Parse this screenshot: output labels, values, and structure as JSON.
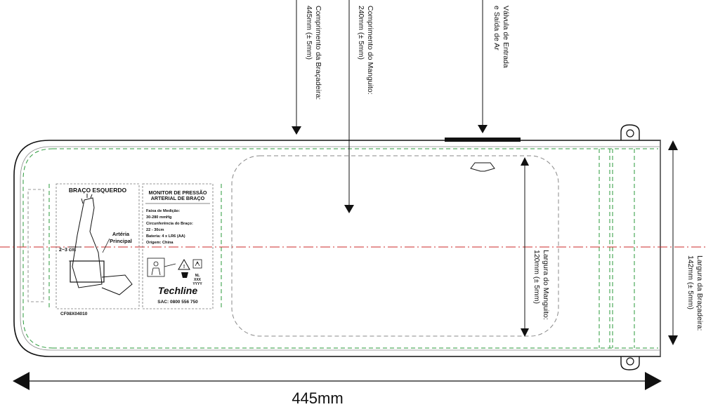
{
  "annotations": {
    "bracadeira_length": {
      "line1": "Comprimento da Braçadeira:",
      "line2": "445mm (± 5mm)"
    },
    "manguito_length": {
      "line1": "Comprimento do Manguito:",
      "line2": "240mm (± 5mm)"
    },
    "valve": {
      "line1": "Válvula de Entrada",
      "line2": "e Saída de Ar"
    },
    "manguito_width": {
      "line1": "Largura do Manguito:",
      "line2": "120mm (± 5mm)"
    },
    "bracadeira_width": {
      "line1": "Largura da Braçadeira:",
      "line2": "142mm (± 5mm)"
    },
    "total_length": "445mm"
  },
  "label_left": {
    "title": "BRAÇO ESQUERDO",
    "artery_line1": "Artéria",
    "artery_line2": "Principal",
    "distance": "2~3 cm",
    "code": "CF08X04010"
  },
  "label_right": {
    "title_line1": "MONITOR DE PRESSÃO",
    "title_line2": "ARTERIAL DE BRAÇO",
    "spec1": "Faixa de Medição:",
    "spec2": "30-280 mmHg",
    "spec3": "Circunferência do Braço:",
    "spec4": "22 - 30cm",
    "spec5": "Bateria: 4 x LR6 (AA)",
    "spec6": "Origem: China",
    "lot": "NL",
    "lot_code": "XXX",
    "date_code": "YYYY",
    "brand": "Techline",
    "sac": "SAC: 0800 556 750"
  }
}
